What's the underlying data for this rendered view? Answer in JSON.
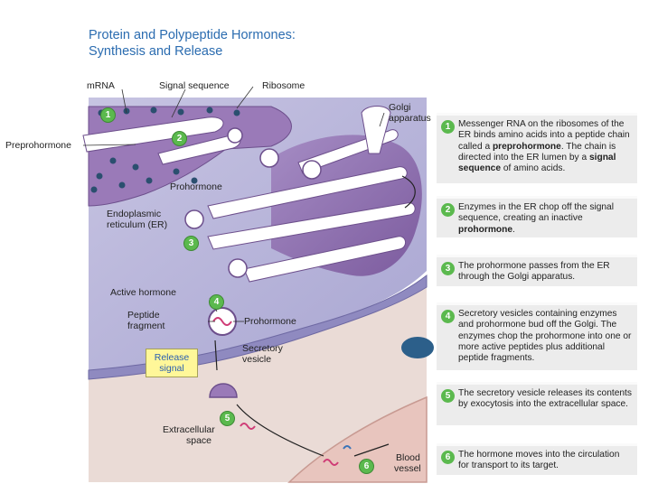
{
  "title": {
    "line1": "Protein and Polypeptide Hormones:",
    "line2": "Synthesis and Release"
  },
  "labels": {
    "mrna": "mRNA",
    "signal_sequence": "Signal sequence",
    "ribosome": "Ribosome",
    "golgi_line1": "Golgi",
    "golgi_line2": "apparatus",
    "preprohormone": "Preprohormone",
    "prohormone_er": "Prohormone",
    "er_line1": "Endoplasmic",
    "er_line2": "reticulum (ER)",
    "active_hormone": "Active hormone",
    "peptide_line1": "Peptide",
    "peptide_line2": "fragment",
    "prohormone_vesicle": "Prohormone",
    "secretory_line1": "Secretory",
    "secretory_line2": "vesicle",
    "release_line1": "Release",
    "release_line2": "signal",
    "extracellular_line1": "Extracellular",
    "extracellular_line2": "space",
    "blood_line1": "Blood",
    "blood_line2": "vessel"
  },
  "diagram_numbers": [
    "1",
    "2",
    "3",
    "4",
    "5",
    "6"
  ],
  "steps": [
    {
      "num": "1",
      "parts": [
        "Messenger RNA on the ribosomes of the ER binds amino acids into a peptide chain called a ",
        "preprohormone",
        ". The chain is directed into the ER lumen by a ",
        "signal sequence",
        " of amino acids."
      ]
    },
    {
      "num": "2",
      "parts": [
        "Enzymes in the ER chop off the signal sequence, creating an inactive ",
        "prohormone",
        "."
      ]
    },
    {
      "num": "3",
      "parts": [
        "The prohormone passes from the ER through the Golgi apparatus."
      ]
    },
    {
      "num": "4",
      "parts": [
        "Secretory vesicles containing enzymes and prohormone bud off the Golgi. The enzymes chop the prohormone into one or more active peptides plus additional peptide fragments."
      ]
    },
    {
      "num": "5",
      "parts": [
        "The secretory vesicle releases its contents by exocytosis into the extracellular space."
      ]
    },
    {
      "num": "6",
      "parts": [
        "The hormone moves into the circulation for transport to its target."
      ]
    }
  ],
  "colors": {
    "title": "#2b6cb0",
    "cell_background": "#b7b2d6",
    "organelle": "#8e6fae",
    "membrane": "#a9a4cf",
    "extracellular": "#eadbd6",
    "step_badge": "#5bb94e",
    "panel": "#ececec",
    "release_box": "#fff799"
  }
}
